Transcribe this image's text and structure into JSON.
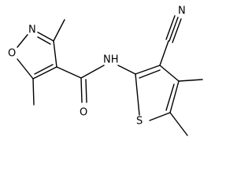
{
  "atoms": {
    "N_isoxazole": "N",
    "O_isoxazole": "O",
    "O_carbonyl": "O",
    "NH_amide": "NH",
    "S_thiophene": "S",
    "N_nitrile": "N"
  }
}
